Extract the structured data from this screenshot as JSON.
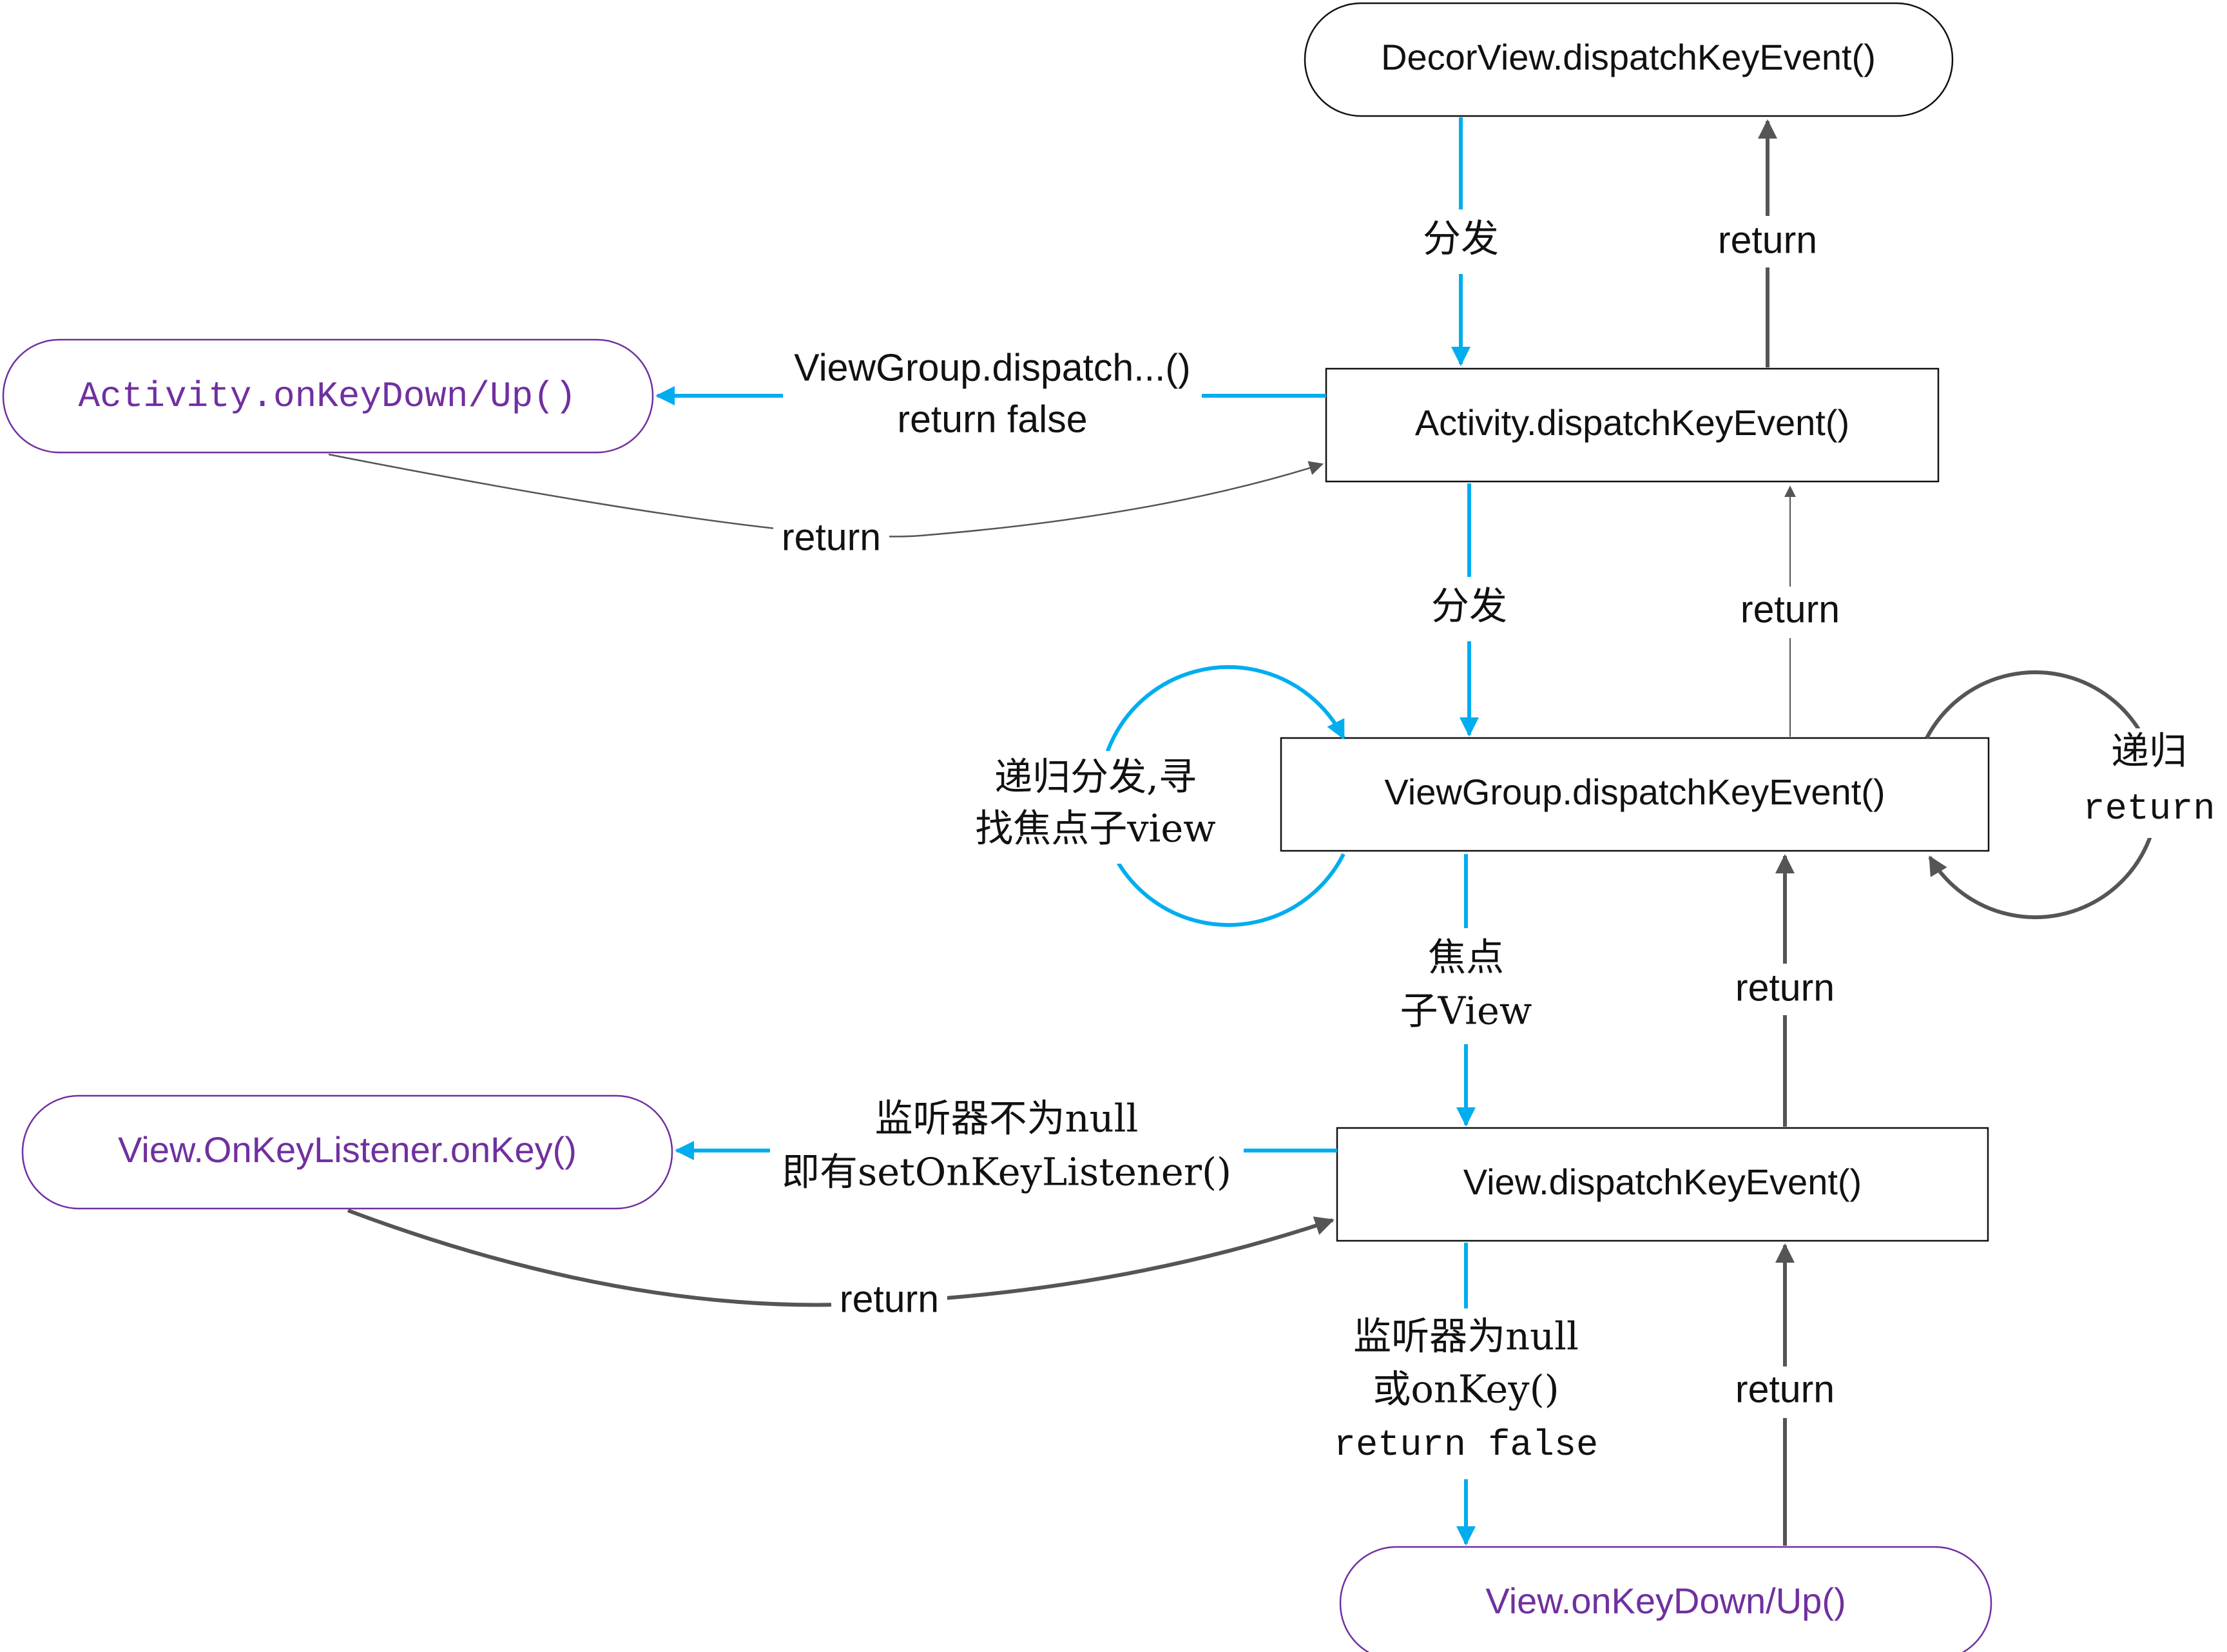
{
  "colors": {
    "blue": "#00adef",
    "dark": "#555555",
    "purple": "#7030a0",
    "rounded_border": "#7030a0"
  },
  "nodes": {
    "decor": "DecorView.dispatchKeyEvent()",
    "activity": "Activity.dispatchKeyEvent()",
    "activity_keydown": "Activity.onKeyDown/Up()",
    "viewgroup": "ViewGroup.dispatchKeyEvent()",
    "view": "View.dispatchKeyEvent()",
    "onkeylistener": "View.OnKeyListener.onKey()",
    "view_keydown": "View.onKeyDown/Up()"
  },
  "labels": {
    "dispatch1": "分发",
    "return1": "return",
    "vg_dispatch_l1": "ViewGroup.dispatch...()",
    "vg_dispatch_l2": "return false",
    "return_activity_keydown": "return",
    "dispatch2": "分发",
    "return2": "return",
    "recursive_l1": "递归分发,寻",
    "recursive_l2": "找焦点子view",
    "recursive_return_l1": "递归",
    "recursive_return_l2": "return",
    "focus_l1": "焦点",
    "focus_l2": "子View",
    "return3": "return",
    "listener_l1": "监听器不为null",
    "listener_l2": "即有setOnKeyListener()",
    "return_listener": "return",
    "null_l1": "监听器为null",
    "null_l2": "或onKey()",
    "null_l3": "return false",
    "return4": "return"
  }
}
